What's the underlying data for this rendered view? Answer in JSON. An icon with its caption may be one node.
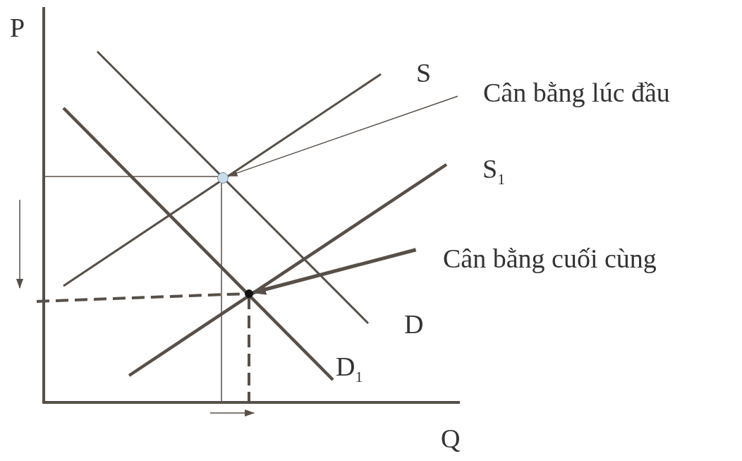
{
  "diagram": {
    "nodes": [
      {
        "text": [
          "Cân bằng lúc đầu"
        ]
      },
      {
        "text": [],
        "shape": "circle"
      },
      {
        "text": [
          "Cân bằng cuối cùng"
        ]
      },
      {
        "text": [],
        "shape": "circle"
      }
    ],
    "edges": [
      {
        "from": 0,
        "to": 1,
        "arrow": "to"
      },
      {
        "from": 2,
        "to": 3,
        "arrow": "to",
        "style": "thick"
      }
    ],
    "labels": [
      "P",
      "S",
      "S$_{1}$",
      "D",
      "D$_{1}$",
      "Q"
    ]
  }
}
